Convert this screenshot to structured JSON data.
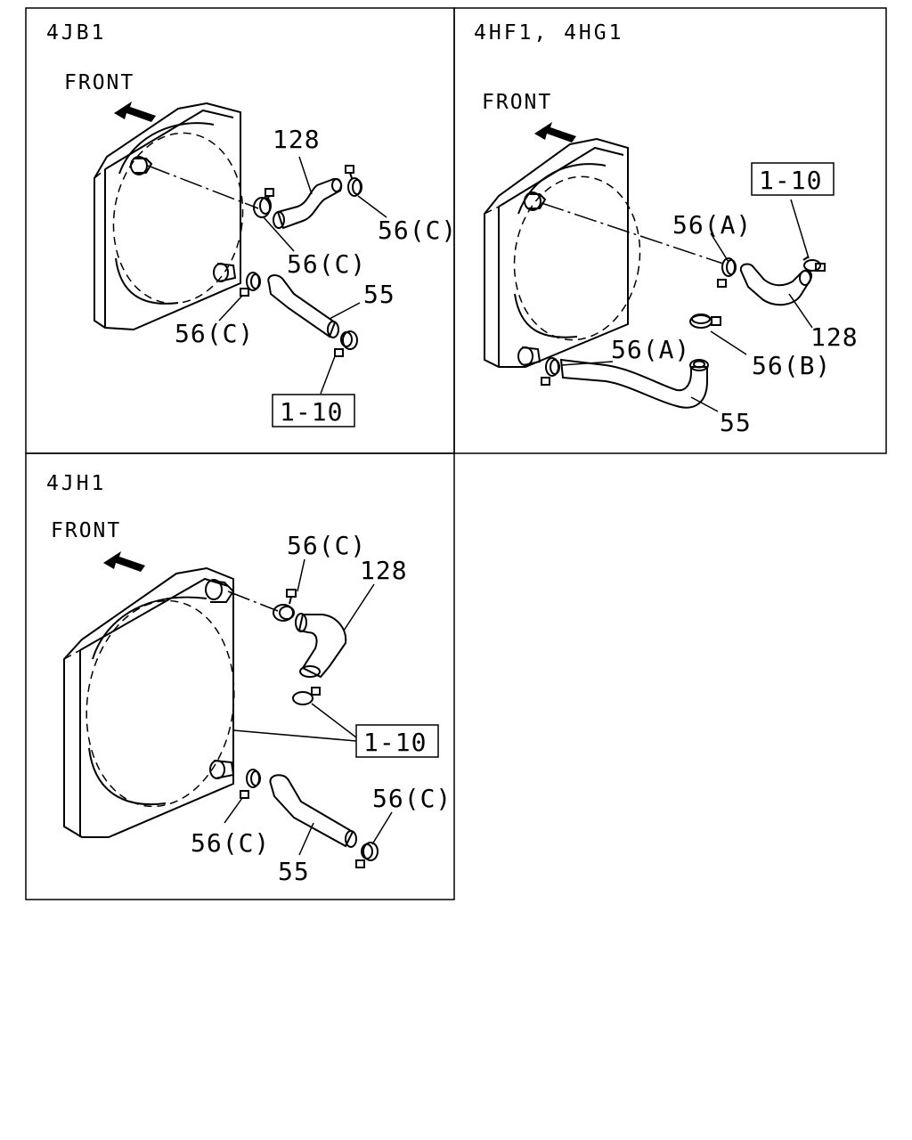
{
  "panels": {
    "p1": {
      "title": "4JB1",
      "front": "FRONT",
      "labels": {
        "hose_upper": "128",
        "clamp_far": "56(C)",
        "clamp_near": "56(C)",
        "hose_lower": "55",
        "clamp_lower": "56(C)",
        "ref": "1-10"
      }
    },
    "p2": {
      "title": "4HF1, 4HG1",
      "front": "FRONT",
      "labels": {
        "ref": "1-10",
        "clamp_upper": "56(A)",
        "hose_upper": "128",
        "clamp_b": "56(B)",
        "clamp_lower": "56(A)",
        "hose_lower": "55"
      }
    },
    "p3": {
      "title": "4JH1",
      "front": "FRONT",
      "labels": {
        "clamp_top": "56(C)",
        "hose_upper": "128",
        "ref": "1-10",
        "clamp_right": "56(C)",
        "clamp_left": "56(C)",
        "hose_lower": "55"
      }
    }
  }
}
